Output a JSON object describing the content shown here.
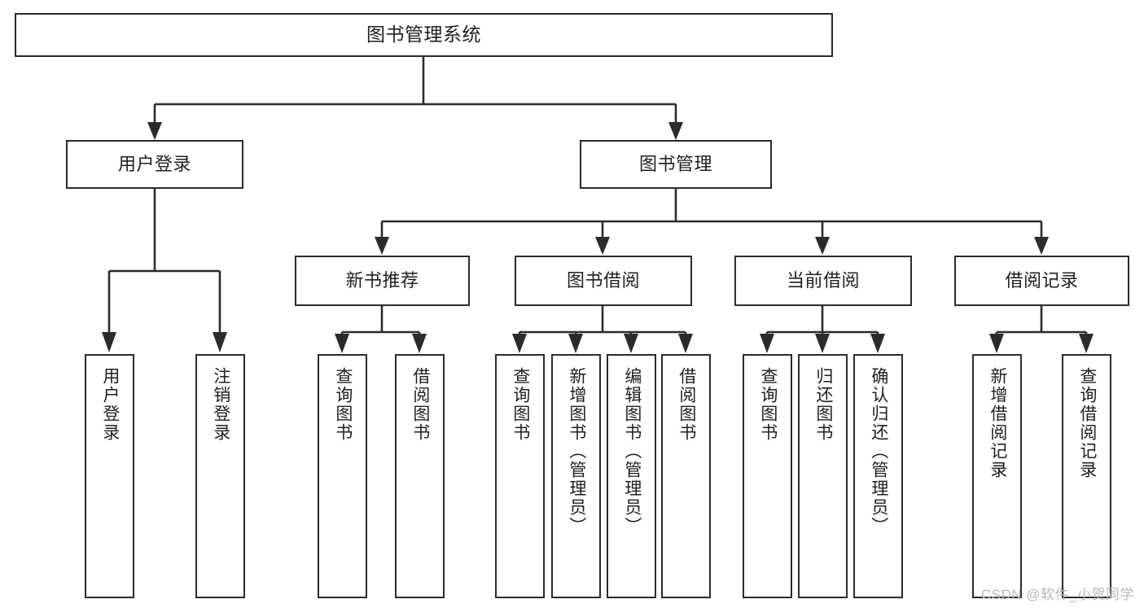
{
  "diagram": {
    "type": "tree-hierarchy",
    "title": "图书管理系统",
    "watermark": "CSDN @软件_小贺同学",
    "colors": {
      "stroke": "#2b2b2b",
      "background": "#ffffff",
      "text": "#1f1f1f",
      "watermark": "#b9b9b9"
    },
    "nodes": {
      "root": {
        "label": "图书管理系统"
      },
      "level2": [
        {
          "id": "user-login",
          "label": "用户登录"
        },
        {
          "id": "book-manage",
          "label": "图书管理"
        }
      ],
      "level3": [
        {
          "id": "new-book-recommend",
          "label": "新书推荐"
        },
        {
          "id": "book-borrow",
          "label": "图书借阅"
        },
        {
          "id": "current-borrow",
          "label": "当前借阅"
        },
        {
          "id": "borrow-record",
          "label": "借阅记录"
        }
      ],
      "leaves": {
        "user-login": [
          {
            "id": "leaf-user-login",
            "label": "用户登录"
          },
          {
            "id": "leaf-logout-login",
            "label": "注销登录"
          }
        ],
        "new-book-recommend": [
          {
            "id": "leaf-query-book-1",
            "label": "查询图书"
          },
          {
            "id": "leaf-borrow-book-1",
            "label": "借阅图书"
          }
        ],
        "book-borrow": [
          {
            "id": "leaf-query-book-2",
            "label": "查询图书"
          },
          {
            "id": "leaf-add-book",
            "label": "新增图书（管理员）"
          },
          {
            "id": "leaf-edit-book",
            "label": "编辑图书（管理员）"
          },
          {
            "id": "leaf-borrow-book-2",
            "label": "借阅图书"
          }
        ],
        "current-borrow": [
          {
            "id": "leaf-query-book-3",
            "label": "查询图书"
          },
          {
            "id": "leaf-return-book",
            "label": "归还图书"
          },
          {
            "id": "leaf-confirm-return",
            "label": "确认归还（管理员）"
          }
        ],
        "borrow-record": [
          {
            "id": "leaf-add-record",
            "label": "新增借阅记录"
          },
          {
            "id": "leaf-query-record",
            "label": "查询借阅记录"
          }
        ]
      }
    }
  }
}
